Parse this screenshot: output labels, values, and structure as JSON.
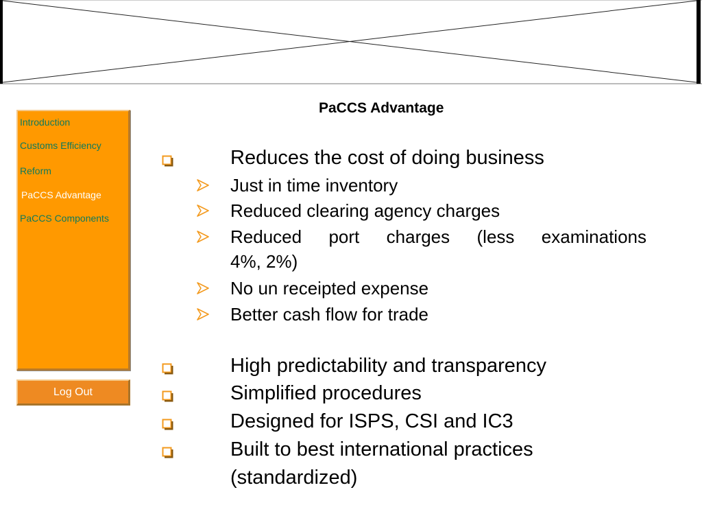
{
  "sidebar": {
    "items": [
      {
        "label": "Introduction"
      },
      {
        "label": "Customs Efficiency"
      },
      {
        "label": "Reform"
      },
      {
        "label": "PaCCS Advantage",
        "active": true
      },
      {
        "label": "PaCCS Components"
      }
    ],
    "logout_label": "Log Out"
  },
  "content": {
    "title": "PaCCS Advantage",
    "sections": [
      {
        "text": "Reduces the cost of doing business",
        "subitems": [
          {
            "lines": [
              "Just in time inventory"
            ]
          },
          {
            "lines": [
              "Reduced clearing agency charges"
            ]
          },
          {
            "lines": [
              "Reduced port charges (less examinations",
              "4%, 2%)"
            ]
          },
          {
            "lines": [
              "No un receipted expense"
            ]
          },
          {
            "lines": [
              "Better cash flow for trade"
            ]
          }
        ]
      },
      {
        "lines": [
          "High predictability and transparency"
        ]
      },
      {
        "lines": [
          "Simplified procedures"
        ]
      },
      {
        "lines": [
          "Designed for ISPS, CSI and IC3"
        ]
      },
      {
        "lines": [
          "Built to best international practices",
          "(standardized)"
        ]
      }
    ]
  },
  "colors": {
    "sidebar_bg": "#ff9900",
    "logout_bg": "#ee8a22",
    "nav_text": "#0e7a5c",
    "nav_active_text": "#ffffff",
    "bullet_orange": "#f39a1e"
  },
  "icons": {
    "section_bullet": "hollow-square-bullet-icon",
    "sub_bullet": "arrow-bullet-icon",
    "banner_placeholder": "image-placeholder-icon"
  }
}
